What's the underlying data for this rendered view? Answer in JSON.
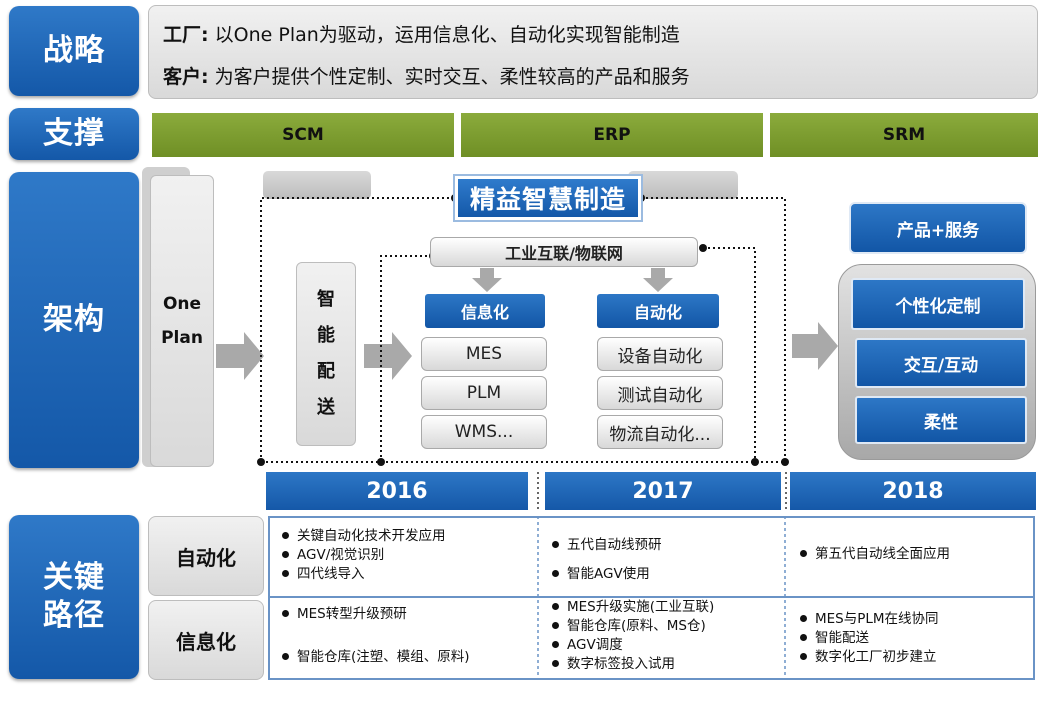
{
  "left_labels": {
    "strategy": "战略",
    "support": "支撑",
    "architecture": "架构",
    "key_path": "关键路径"
  },
  "strategy": {
    "line1_label": "工厂:",
    "line1_text": "以One Plan为驱动，运用信息化、自动化实现智能制造",
    "line2_label": "客户:",
    "line2_text": "为客户提供个性定制、实时交互、柔性较高的产品和服务"
  },
  "support": [
    "SCM",
    "ERP",
    "SRM"
  ],
  "architecture": {
    "one_plan": "One Plan",
    "title": "精益智慧制造",
    "smart_delivery": "智能配送",
    "iot": "工业互联/物联网",
    "info_header": "信息化",
    "info_items": [
      "MES",
      "PLM",
      "WMS..."
    ],
    "auto_header": "自动化",
    "auto_items": [
      "设备自动化",
      "测试自动化",
      "物流自动化..."
    ],
    "product_service": "产品+服务",
    "outcomes": [
      "个性化定制",
      "交互/互动",
      "柔性"
    ]
  },
  "years": [
    "2016",
    "2017",
    "2018"
  ],
  "key_path": {
    "auto_label": "自动化",
    "info_label": "信息化",
    "auto": [
      [
        "关键自动化技术开发应用",
        "AGV/视觉识别",
        "四代线导入"
      ],
      [
        "五代自动线预研",
        "智能AGV使用"
      ],
      [
        "第五代自动线全面应用"
      ]
    ],
    "info": [
      [
        "MES转型升级预研",
        "智能仓库(注塑、模组、原料)"
      ],
      [
        "MES升级实施(工业互联)",
        "智能仓库(原料、MS仓)",
        "AGV调度",
        "数字标签投入试用"
      ],
      [
        "MES与PLM在线协同",
        "智能配送",
        "数字化工厂初步建立"
      ]
    ]
  },
  "colors": {
    "blue": "#1a5fae",
    "green": "#7a9a2f",
    "gray": "#d9d9d9"
  }
}
